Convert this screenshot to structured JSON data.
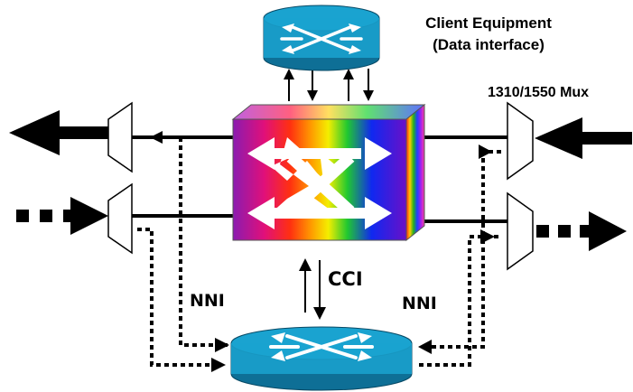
{
  "labels": {
    "client_equipment_line1": "Client Equipment",
    "client_equipment_line2": "(Data interface)",
    "mux": "1310/1550 Mux",
    "cci": "CCI",
    "nni_left": "NNI",
    "nni_right": "NNI"
  },
  "colors": {
    "router_top": "#1aa3d0",
    "router_side": "#0e6f96",
    "line": "#000000",
    "spectrum": [
      "#a020c0",
      "#ff0040",
      "#ff8c00",
      "#ffee00",
      "#22cc22",
      "#1030ff",
      "#7000c0"
    ]
  }
}
